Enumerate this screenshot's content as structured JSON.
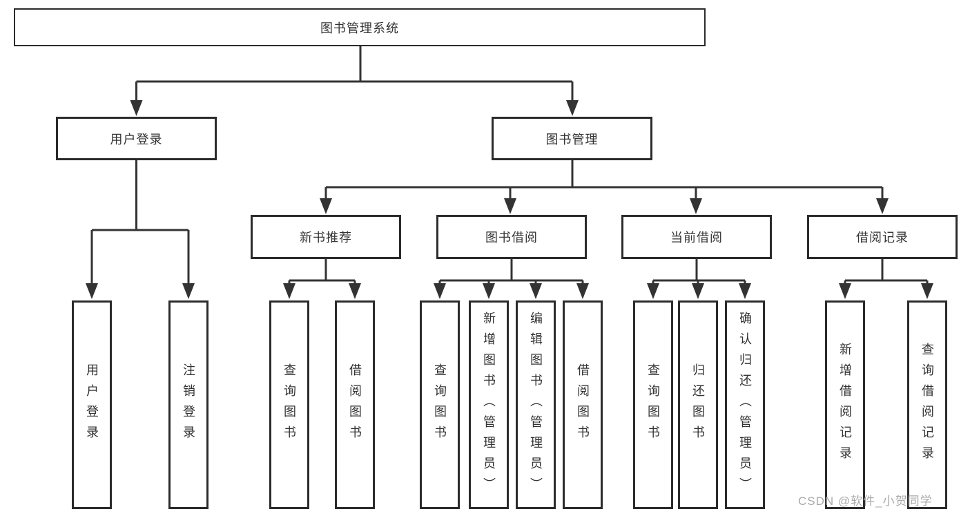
{
  "tree": {
    "label": "图书管理系统",
    "children": [
      {
        "label": "用户登录",
        "children": [
          {
            "label": "用户登录"
          },
          {
            "label": "注销登录"
          }
        ]
      },
      {
        "label": "图书管理",
        "children": [
          {
            "label": "新书推荐",
            "children": [
              {
                "label": "查询图书"
              },
              {
                "label": "借阅图书"
              }
            ]
          },
          {
            "label": "图书借阅",
            "children": [
              {
                "label": "查询图书"
              },
              {
                "label": "新增图书（管理员）"
              },
              {
                "label": "编辑图书（管理员）"
              },
              {
                "label": "借阅图书"
              }
            ]
          },
          {
            "label": "当前借阅",
            "children": [
              {
                "label": "查询图书"
              },
              {
                "label": "归还图书"
              },
              {
                "label": "确认归还（管理员）"
              }
            ]
          },
          {
            "label": "借阅记录",
            "children": [
              {
                "label": "新增借阅记录"
              },
              {
                "label": "查询借阅记录"
              }
            ]
          }
        ]
      }
    ]
  },
  "watermark": "CSDN @软件_小贺同学",
  "colors": {
    "line": "#333333",
    "box_border": "#2b2b2b",
    "text": "#333333",
    "watermark": "#a9a9a9",
    "background": "#ffffff"
  }
}
